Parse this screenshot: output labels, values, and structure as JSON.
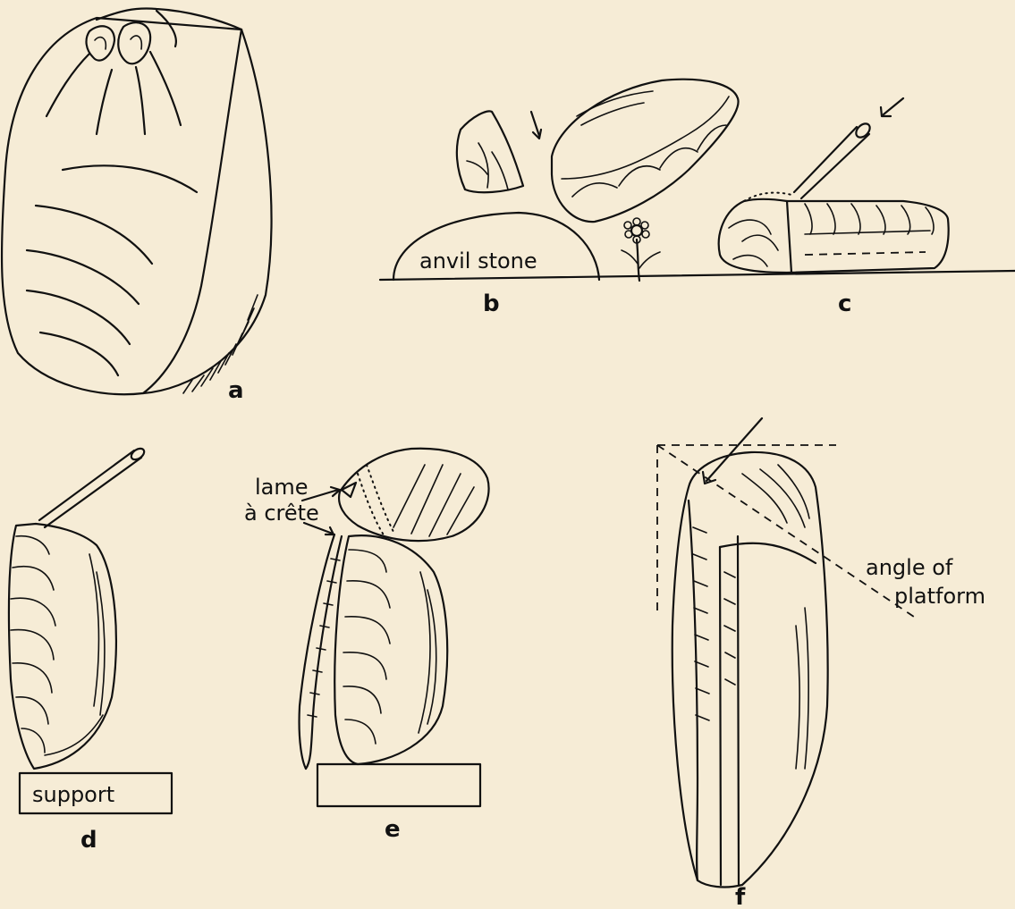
{
  "colors": {
    "paper": "#f6ecd6",
    "ink": "#111111"
  },
  "panels": {
    "a": {
      "label": "a"
    },
    "b": {
      "label": "b",
      "anvil_text": "anvil stone"
    },
    "c": {
      "label": "c"
    },
    "d": {
      "label": "d",
      "support_text": "support"
    },
    "e": {
      "label": "e",
      "annotation_line1": "lame",
      "annotation_line2": "à crête"
    },
    "f": {
      "label": "f",
      "annotation_line1": "angle of",
      "annotation_line2": "platform"
    }
  }
}
